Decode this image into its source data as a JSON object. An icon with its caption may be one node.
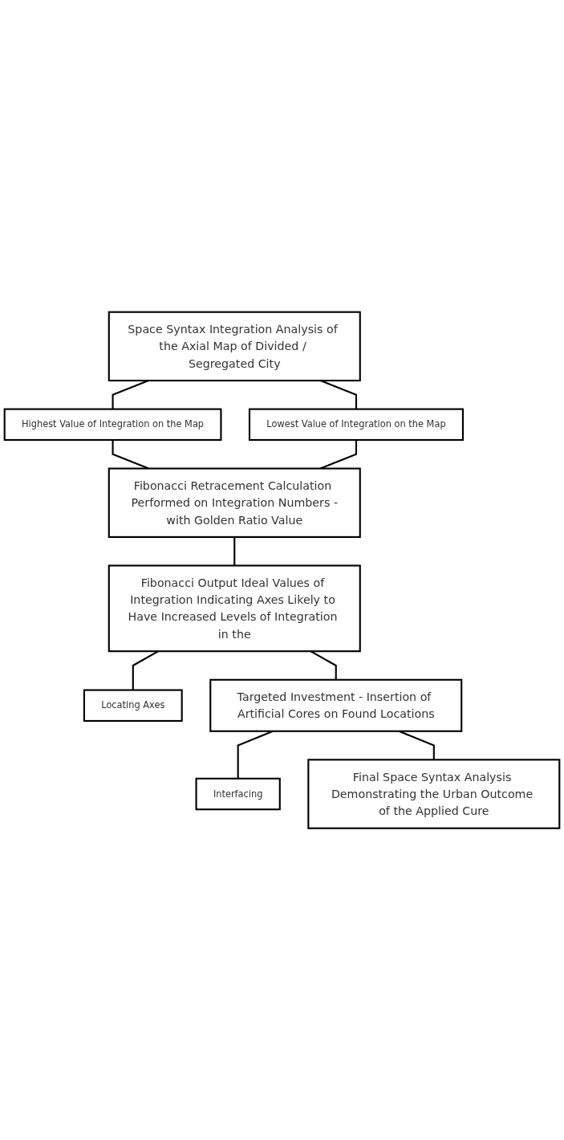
{
  "diagram": {
    "nodes": [
      {
        "text": [
          "Space Syntax Integration Analysis of the Axial Map of Divided / Segregated City"
        ]
      },
      {
        "text": [
          "Highest Value of Integration on the Map"
        ]
      },
      {
        "text": [
          "Lowest Value of Integration on the Map"
        ]
      },
      {
        "text": [
          "Fibonacci Retracement Calculation Performed on Integration Numbers -with Golden Ratio Value"
        ]
      },
      {
        "text": [
          "Fibonacci Output Ideal Values of Integration Indicating Axes Likely to Have Increased Levels of Integration in the"
        ]
      },
      {
        "text": [
          "Locating Axes"
        ]
      },
      {
        "text": [
          "Targeted Investment - Insertion of Artificial Cores on Found Locations"
        ]
      },
      {
        "text": [
          "Interfacing"
        ]
      },
      {
        "text": [
          "Final Space Syntax Analysis Demonstrating the Urban Outcome of the Applied Cure"
        ]
      }
    ],
    "edges": [
      {
        "from": 0,
        "to": 1,
        "arrow": "none"
      },
      {
        "from": 0,
        "to": 2,
        "arrow": "none"
      },
      {
        "from": 1,
        "to": 3,
        "arrow": "none"
      },
      {
        "from": 2,
        "to": 3,
        "arrow": "none"
      },
      {
        "from": 3,
        "to": 4,
        "arrow": "none"
      },
      {
        "from": 4,
        "to": 5,
        "arrow": "none"
      },
      {
        "from": 4,
        "to": 6,
        "arrow": "none"
      },
      {
        "from": 6,
        "to": 7,
        "arrow": "none"
      },
      {
        "from": 6,
        "to": 8,
        "arrow": "none"
      }
    ]
  }
}
